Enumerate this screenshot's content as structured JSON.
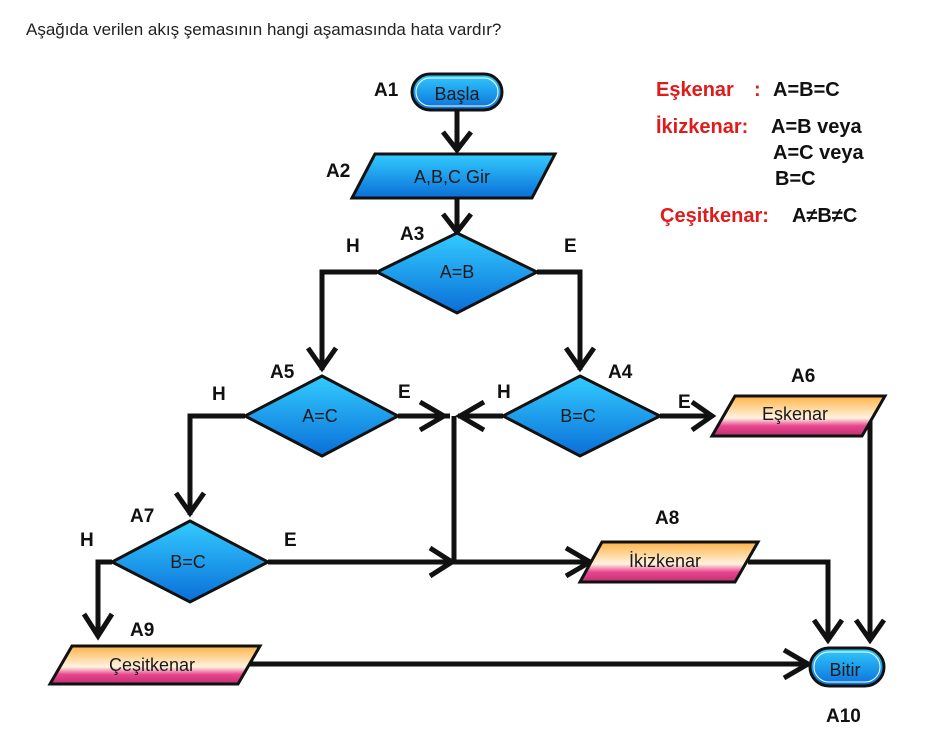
{
  "question": "Aşağıda verilen akış şemasının hangi aşamasında hata vardır?",
  "colors": {
    "node_blue_light": "#33ccff",
    "node_blue_dark": "#0a6ed8",
    "node_orange": "#ffb347",
    "node_pink": "#e8458f",
    "legend_red": "#e01b1b"
  },
  "nodes": {
    "a1": {
      "id": "A1",
      "text": "Başla"
    },
    "a2": {
      "id": "A2",
      "text": "A,B,C Gir"
    },
    "a3": {
      "id": "A3",
      "text": "A=B"
    },
    "a4": {
      "id": "A4",
      "text": "B=C"
    },
    "a5": {
      "id": "A5",
      "text": "A=C"
    },
    "a6": {
      "id": "A6",
      "text": "Eşkenar"
    },
    "a7": {
      "id": "A7",
      "text": "B=C"
    },
    "a8": {
      "id": "A8",
      "text": "İkizkenar"
    },
    "a9": {
      "id": "A9",
      "text": "Çeşitkenar"
    },
    "a10": {
      "id": "A10",
      "text": "Bitir"
    }
  },
  "branches": {
    "no": "H",
    "yes": "E"
  },
  "legend": {
    "eskenar": {
      "name": "Eşkenar",
      "sep": ":",
      "rule": "A=B=C"
    },
    "ikizkenar": {
      "name": "İkizkenar:",
      "line1": "A=B veya",
      "line2": "A=C veya",
      "line3": "B=C"
    },
    "cesitkenar": {
      "name": "Çeşitkenar:",
      "rule": "A≠B≠C"
    }
  }
}
